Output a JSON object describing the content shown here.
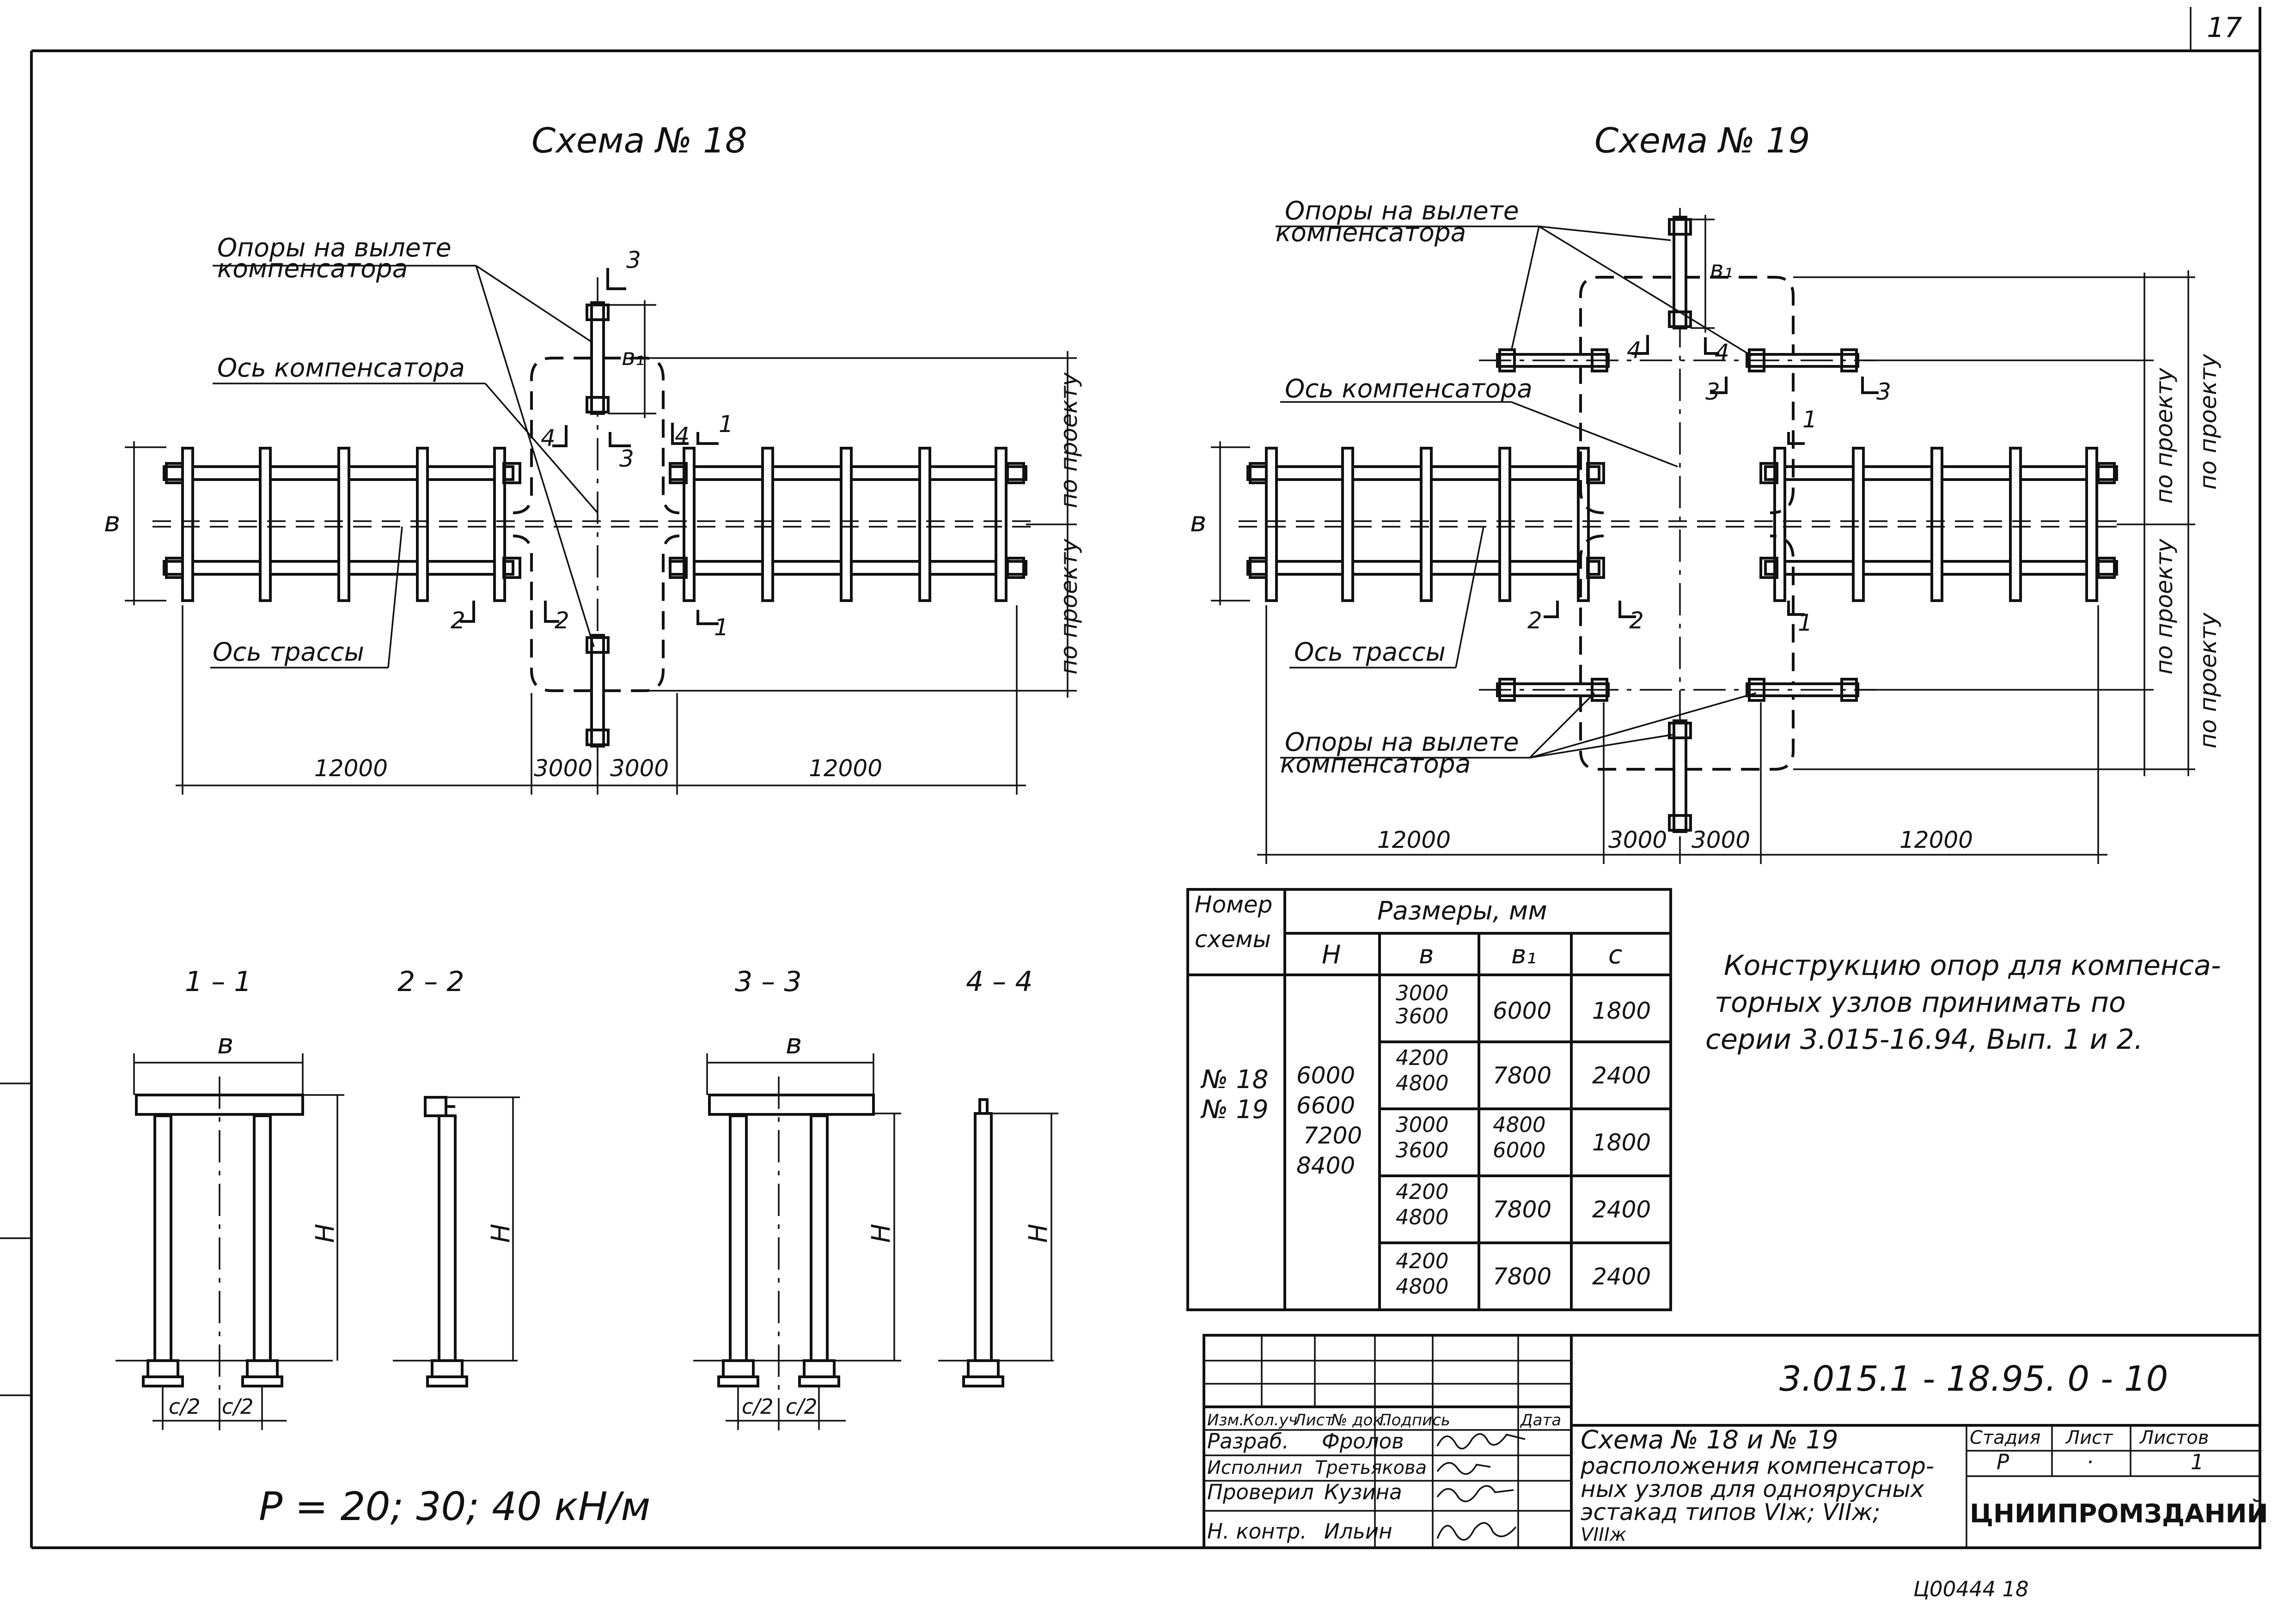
{
  "page_number": "17",
  "schemes": {
    "s18": {
      "title": "Схема № 18",
      "supports_line1": "Опоры на вылете",
      "supports_line2": "компенсатора",
      "comp_axis": "Ось компенсатора",
      "route_axis": "Ось трассы",
      "dim_b": "в",
      "dim_b1": "в₁",
      "per_project": "по проекту",
      "dims": [
        "12000",
        "3000",
        "3000",
        "12000"
      ],
      "cut_labels": [
        "1",
        "1",
        "2",
        "2",
        "3",
        "3",
        "4",
        "4"
      ]
    },
    "s19": {
      "title": "Схема № 19",
      "supports_top_line1": "Опоры на вылете",
      "supports_top_line2": "компенсатора",
      "comp_axis": "Ось компенсатора",
      "route_axis": "Ось трассы",
      "supports_bottom_line1": "Опоры на вылете",
      "supports_bottom_line2": "компенсатора",
      "dim_b": "в",
      "dim_b1": "в₁",
      "per_project": "по проекту",
      "dims": [
        "12000",
        "3000",
        "3000",
        "12000"
      ],
      "cut_labels": [
        "1",
        "1",
        "2",
        "2",
        "3",
        "3",
        "4",
        "4"
      ]
    }
  },
  "sections": [
    {
      "label": "1 – 1",
      "width": "в",
      "height": "H",
      "c": [
        "c/2",
        "c/2"
      ]
    },
    {
      "label": "2 – 2",
      "height": "H"
    },
    {
      "label": "3 – 3",
      "width": "в",
      "height": "H",
      "c": [
        "c/2",
        "c/2"
      ]
    },
    {
      "label": "4 – 4",
      "height": "H"
    }
  ],
  "load_text": "P =  20;  30;  40 кН/м",
  "size_table": {
    "header_scheme": [
      "Номер",
      "схемы"
    ],
    "header_sizes": "Размеры, мм",
    "columns": [
      "H",
      "в",
      "в₁",
      "c"
    ],
    "scheme_numbers": [
      "№ 18",
      "№ 19"
    ],
    "H_values": [
      "6000",
      "6600",
      "7200",
      "8400"
    ],
    "rows": [
      {
        "b": [
          "3000",
          "3600"
        ],
        "b1": [
          "6000"
        ],
        "c": "1800"
      },
      {
        "b": [
          "4200",
          "4800"
        ],
        "b1": [
          "7800"
        ],
        "c": "2400"
      },
      {
        "b": [
          "3000",
          "3600"
        ],
        "b1": [
          "4800",
          "6000"
        ],
        "c": "1800"
      },
      {
        "b": [
          "4200",
          "4800"
        ],
        "b1": [
          "7800"
        ],
        "c": "2400"
      },
      {
        "b": [
          "4200",
          "4800"
        ],
        "b1": [
          "7800"
        ],
        "c": "2400"
      }
    ]
  },
  "note": [
    "Конструкцию опор для компенса-",
    "торных узлов принимать по",
    "серии 3.015-16.94, Вып. 1 и 2."
  ],
  "title_block": {
    "code": "3.015.1 - 18.95. 0 - 10",
    "headers": [
      "Изм.",
      "Кол.уч",
      "Лист",
      "№ док.",
      "Подпись",
      "Дата"
    ],
    "roles": [
      {
        "role": "Разраб.",
        "name": "Фролов",
        "signature": "подпись"
      },
      {
        "role": "Исполнил",
        "name": "Третьякова",
        "signature": "подпись"
      },
      {
        "role": "Проверил",
        "name": "Кузина",
        "signature": "подпись"
      },
      {
        "role": "Н. контр.",
        "name": "Ильин",
        "signature": "подпись"
      }
    ],
    "title_lines": [
      "Схема № 18 и № 19",
      "расположения компенсатор-",
      "ных узлов для одноярусных",
      "эстакад типов VIж; VIIж;",
      "VIIIж"
    ],
    "stage_label": "Стадия",
    "sheet_label": "Лист",
    "sheets_label": "Листов",
    "stage": "Р",
    "sheet": "·",
    "sheets": "1",
    "org": "ЦНИИПРОМЗДАНИЙ"
  },
  "footer_code": "Ц00444   18"
}
